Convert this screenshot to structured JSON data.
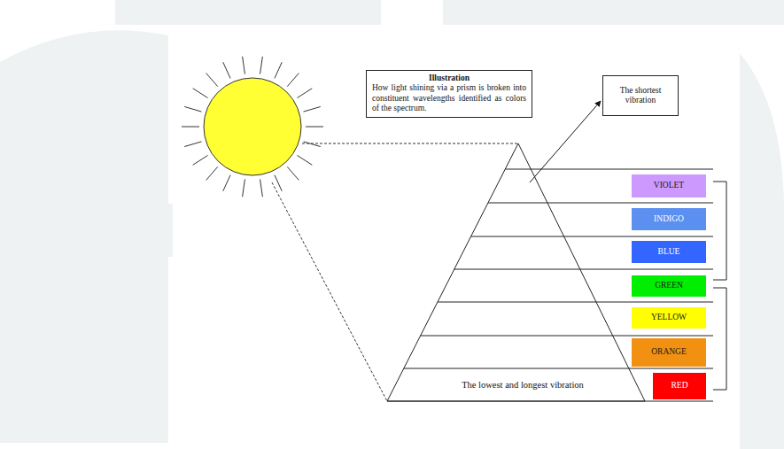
{
  "diagram": {
    "nodes": [
      {
        "text": [
          "Illustration",
          "How light shining via a prism is broken into constituent wavelengths identified as colors of the spectrum."
        ]
      },
      {
        "text": [
          "The shortest vibration"
        ]
      },
      {
        "text": [
          "VIOLET"
        ]
      },
      {
        "text": [
          "INDIGO"
        ]
      },
      {
        "text": [
          "BLUE"
        ]
      },
      {
        "text": [
          "GREEN"
        ]
      },
      {
        "text": [
          "YELLOW"
        ]
      },
      {
        "text": [
          "ORANGE"
        ]
      },
      {
        "text": [
          "RED"
        ]
      }
    ],
    "labels": [
      "The lowest and longest vibration"
    ]
  }
}
